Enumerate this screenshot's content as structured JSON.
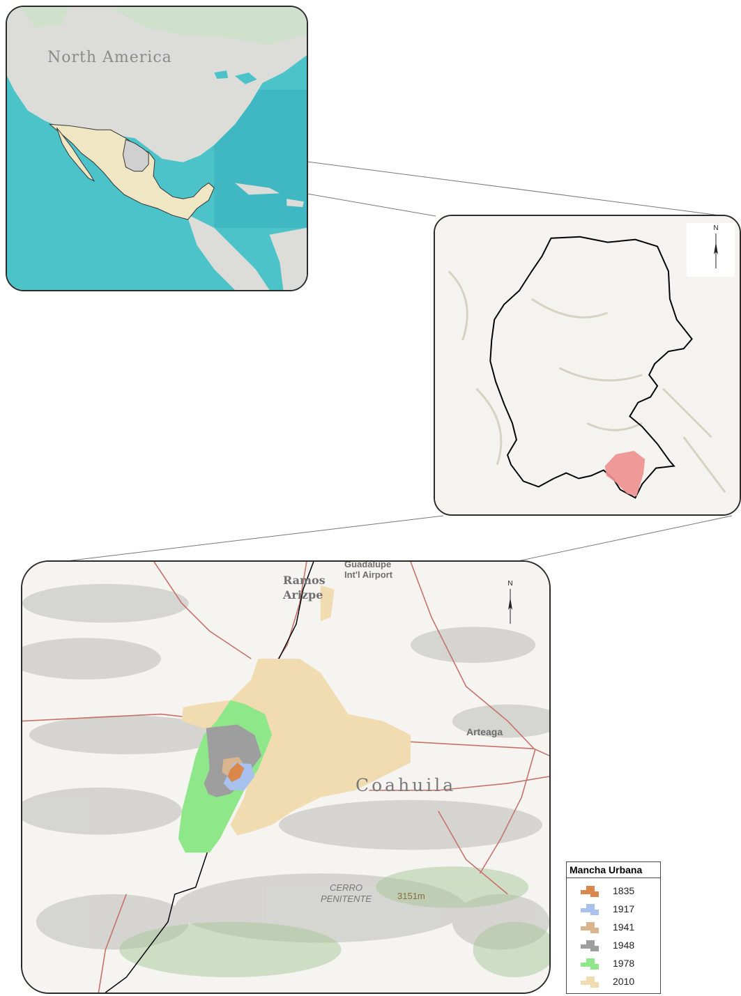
{
  "maps": {
    "overview": {
      "region_label": "North America"
    },
    "city": {
      "labels": {
        "ramos": "Ramos\nArizpe",
        "airport": "Guadalupe\nInt'l Airport",
        "arteaga": "Arteaga",
        "coahuila": "Coahuila",
        "cerro": "CERRO\nPENITENTE",
        "elevation": "3151m"
      }
    },
    "north_arrow": "N"
  },
  "legend": {
    "title": "Mancha Urbana",
    "items": [
      {
        "year": "1835",
        "color": "#d9874a"
      },
      {
        "year": "1917",
        "color": "#a9c1ee"
      },
      {
        "year": "1941",
        "color": "#d9b48d"
      },
      {
        "year": "1948",
        "color": "#9e9e9e"
      },
      {
        "year": "1978",
        "color": "#8ee88a"
      },
      {
        "year": "2010",
        "color": "#f1dcb2"
      }
    ]
  },
  "colors": {
    "ocean": "#4cc3c9",
    "land": "#dcdcd8",
    "mexico": "#efe6c4",
    "coahuila_state": "#cfd0cf",
    "saltillo_region": "#f08f8f"
  }
}
